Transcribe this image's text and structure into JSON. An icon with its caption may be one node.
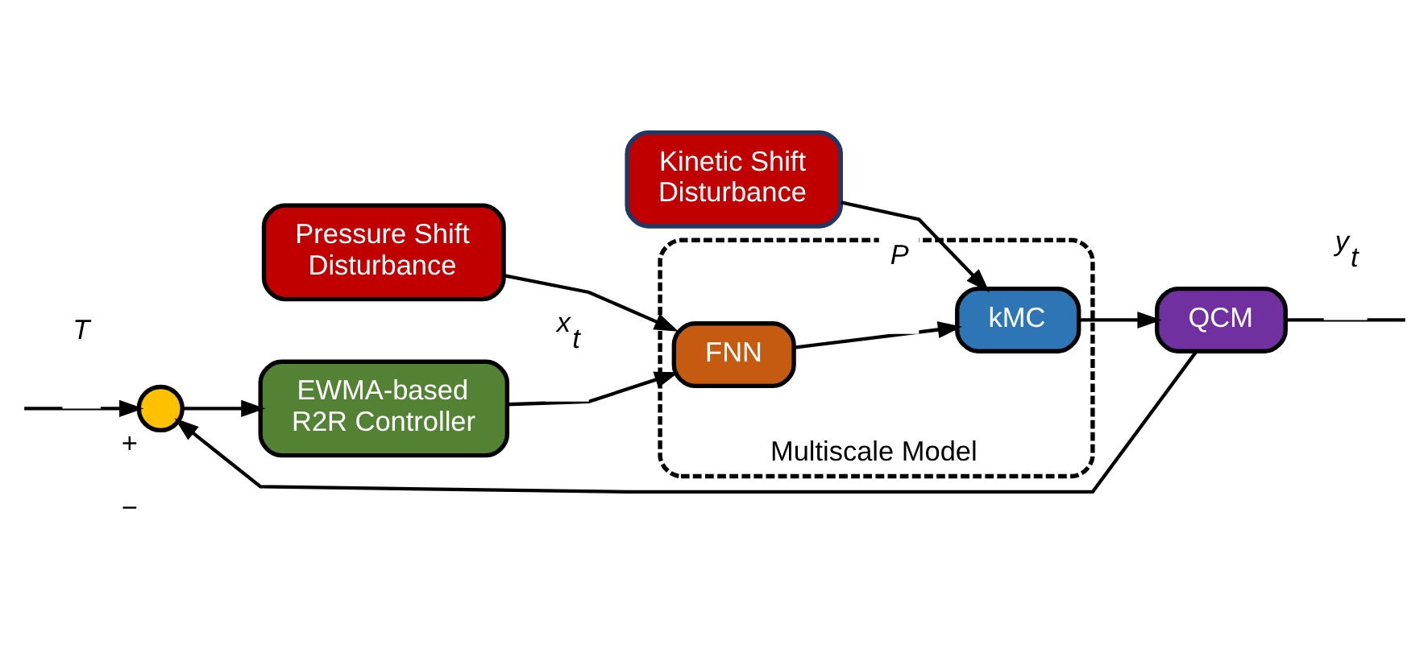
{
  "diagram": {
    "nodes": [
      {
        "text": [
          "Kinetic Shift Disturbance"
        ]
      },
      {
        "text": [
          "Pressure Shift Disturbance"
        ]
      },
      {
        "text": [
          "Multiscale Model"
        ]
      },
      {
        "text": [],
        "shape": "circle",
        "beside": [
          "+",
          "−"
        ]
      },
      {
        "text": [
          "EWMA-based R2R Controller"
        ]
      },
      {
        "text": [
          "FNN"
        ],
        "in": 2
      },
      {
        "text": [
          "kMC"
        ],
        "in": 2
      },
      {
        "text": [
          "QCM"
        ]
      }
    ],
    "edges": [
      {
        "from": null,
        "to": 3,
        "arrow": "to",
        "label": "T"
      },
      {
        "from": 3,
        "to": 4,
        "arrow": "to"
      },
      {
        "from": 4,
        "to": 5,
        "arrow": "to",
        "label": "x$_{t}$"
      },
      {
        "from": 5,
        "to": 6,
        "arrow": "to",
        "label": "P"
      },
      {
        "from": 6,
        "to": 7,
        "arrow": "to"
      },
      {
        "from": 7,
        "to": null,
        "arrow": "none",
        "label": "y$_{t}$"
      },
      {
        "from": 7,
        "to": 3,
        "arrow": "to"
      },
      {
        "from": 1,
        "to": 5,
        "arrow": "to"
      },
      {
        "from": 0,
        "to": 6,
        "arrow": "to"
      }
    ]
  }
}
